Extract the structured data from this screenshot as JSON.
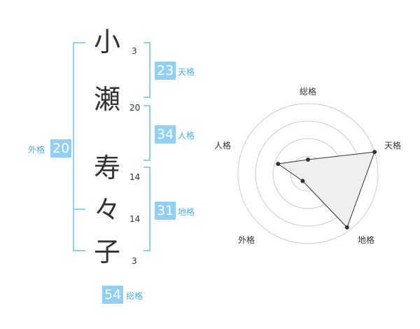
{
  "name": {
    "characters": [
      {
        "char": "小",
        "strokes": "3"
      },
      {
        "char": "瀬",
        "strokes": "20"
      },
      {
        "char": "寿",
        "strokes": "14"
      },
      {
        "char": "々",
        "strokes": "14"
      },
      {
        "char": "子",
        "strokes": "3"
      }
    ]
  },
  "kakusu": {
    "tenkaku": {
      "value": "23",
      "label": "天格"
    },
    "jinkaku": {
      "value": "34",
      "label": "人格"
    },
    "chikaku": {
      "value": "31",
      "label": "地格"
    },
    "gaikaku": {
      "value": "20",
      "label": "外格"
    },
    "soukaku": {
      "value": "54",
      "label": "総格"
    }
  },
  "radar": {
    "axes": [
      "総格",
      "天格",
      "地格",
      "外格",
      "人格"
    ],
    "values": [
      0.2,
      1.0,
      0.95,
      0.13,
      0.45
    ],
    "colors": {
      "ring": "#cccccc",
      "fill": "#efefef",
      "line": "#333333",
      "dot": "#333333",
      "center": "#cccccc"
    }
  }
}
